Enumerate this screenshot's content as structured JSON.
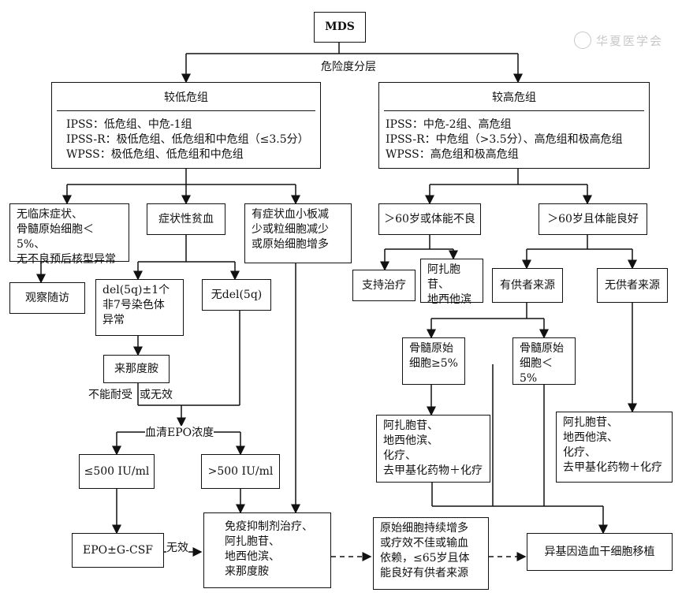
{
  "root": "MDS",
  "risk_strata_label": "危险度分层",
  "watermark": "华夏医学会",
  "lower_risk": {
    "title": "较低危组",
    "lines": [
      "IPSS：低危组、中危-1组",
      "IPSS-R：极低危组、低危组和中危组（≤3.5分）",
      "WPSS：极低危组、低危组和中危组"
    ]
  },
  "higher_risk": {
    "title": "较高危组",
    "lines": [
      "IPSS：中危-2组、高危组",
      "IPSS-R：中危组（>3.5分）、高危组和极高危组",
      "WPSS：高危组和极高危组"
    ]
  },
  "nodes": {
    "no_symptoms": [
      "无临床症状、",
      "骨髓原始细胞＜5%、",
      "无不良预后核型异常"
    ],
    "observe": "观察随访",
    "symptomatic_anemia": "症状性贫血",
    "thrombo": [
      "有症状血小板减",
      "少或粒细胞减少",
      "或原始细胞增多"
    ],
    "del5q": [
      "del(5q)±1个",
      "非7号染色体",
      "异常"
    ],
    "no_del5q": "无del(5q)",
    "lenalidomide": "来那度胺",
    "intolerant_label_a": "不能耐受",
    "intolerant_label_b": "或无效",
    "epo_level": "血清EPO浓度",
    "epo_low": "≤500 IU/ml",
    "epo_high": ">500 IU/ml",
    "epo_gcsf": "EPO±G-CSF",
    "ineffective": "无效",
    "immuno": [
      "免疫抑制剂治疗、",
      "阿扎胞苷、",
      "地西他滨、",
      "来那度胺"
    ],
    "persistent": [
      "原始细胞持续增多",
      "或疗效不佳或输血",
      "依赖，≤65岁且体",
      "能良好有供者来源"
    ],
    "transplant": "异基因造血干细胞移植",
    "over60_poor": "＞60岁或体能不良",
    "over60_good": "＞60岁且体能良好",
    "supportive": "支持治疗",
    "aza_dec_small": [
      "阿扎胞苷、",
      "地西他滨"
    ],
    "has_donor": "有供者来源",
    "no_donor": "无供者来源",
    "blast_ge5": [
      "骨髓原始",
      "细胞≥5%"
    ],
    "blast_lt5": [
      "骨髓原始",
      "细胞＜5%"
    ],
    "chemo_left": [
      "阿扎胞苷、",
      "地西他滨、",
      "化疗、",
      "去甲基化药物＋化疗"
    ],
    "chemo_right": [
      "阿扎胞苷、",
      "地西他滨、",
      "化疗、",
      "去甲基化药物＋化疗"
    ]
  }
}
